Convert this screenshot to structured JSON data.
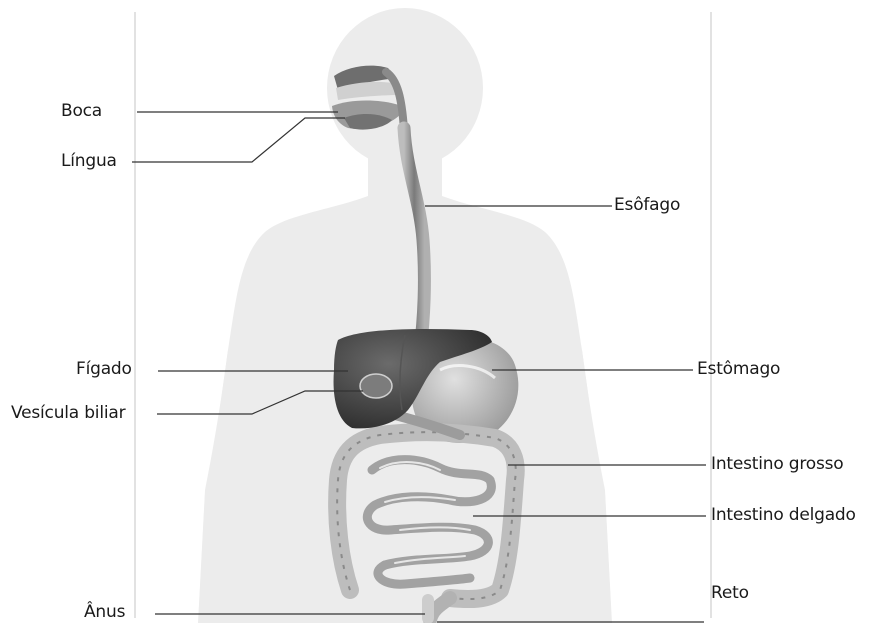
{
  "labels": {
    "boca": "Boca",
    "lingua": "Língua",
    "esofago": "Esôfago",
    "figado": "Fígado",
    "vesicula": "Vesícula biliar",
    "estomago": "Estômago",
    "intestino_grosso": "Intestino grosso",
    "intestino_delgado": "Intestino delgado",
    "reto": "Reto",
    "anus": "Ânus"
  },
  "colors": {
    "background": "#ffffff",
    "silhouette": "#ececec",
    "frame": "#c4c4c4",
    "organ_dark": "#3a3a3a",
    "organ_mid": "#8e8e8e",
    "organ_light": "#c9c9c9",
    "leader_line": "#333333"
  }
}
